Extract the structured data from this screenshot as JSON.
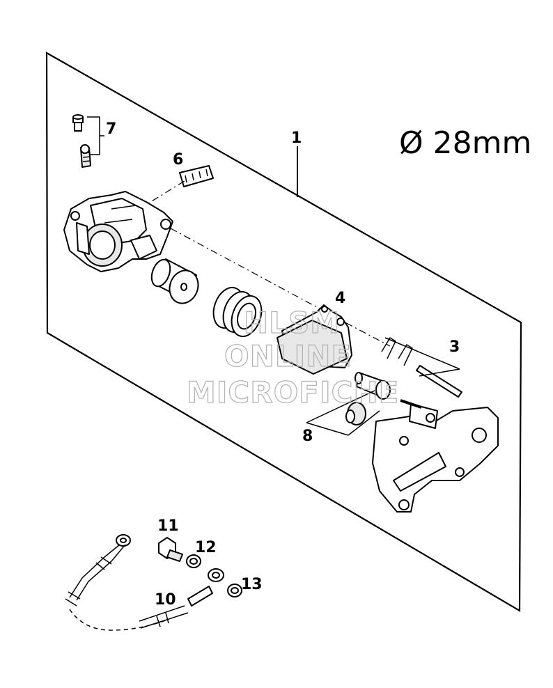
{
  "dimension_label": "Ø 28mm",
  "callouts": {
    "c1": "1",
    "c3": "3",
    "c4": "4",
    "c6": "6",
    "c7": "7",
    "c8": "8",
    "c10": "10",
    "c11": "11",
    "c12": "12",
    "c13": "13"
  },
  "watermark": {
    "line1": "HLSM",
    "line2": "ONLINE",
    "line3": "MICROFICHE"
  }
}
